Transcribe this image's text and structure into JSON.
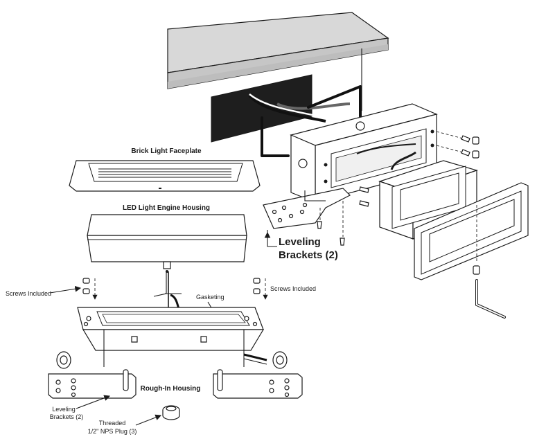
{
  "labels": {
    "brick_faceplate": "Brick Light Faceplate",
    "led_housing": "LED Light Engine Housing",
    "screws_left": "Screws Included",
    "screws_right": "Screws Included",
    "gasketing": "Gasketing",
    "roughin_housing": "Rough-In Housing",
    "leveling_small_1": "Leveling",
    "leveling_small_2": "Brackets (2)",
    "plug_1": "Threaded",
    "plug_2": "1/2\" NPS Plug (3)",
    "leveling_big_1": "Leveling",
    "leveling_big_2": "Brackets (2)"
  },
  "colors": {
    "ink": "#1a1a1a",
    "wall_top": "#d9d9d9",
    "wall_face": "#bdbdbd",
    "opening": "#1e1e1e"
  }
}
